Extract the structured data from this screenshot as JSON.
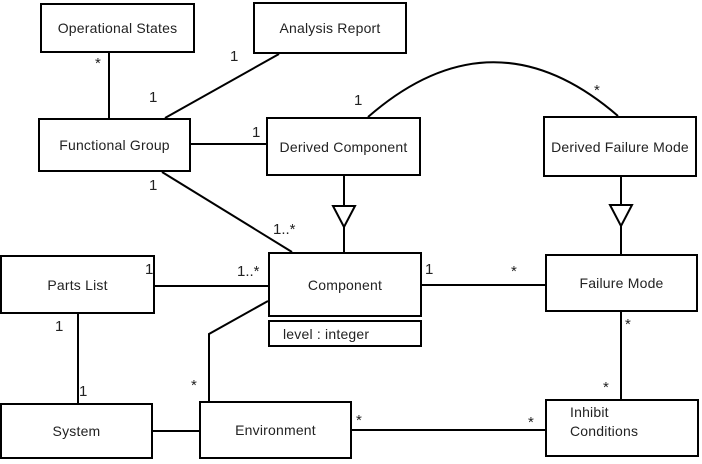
{
  "diagram": {
    "type": "uml-class-diagram",
    "background_color": "#ffffff",
    "line_color": "#000000",
    "text_color": "#222222",
    "classes": [
      {
        "name": "Operational States"
      },
      {
        "name": "Analysis Report"
      },
      {
        "name": "Functional Group"
      },
      {
        "name": "Derived Component"
      },
      {
        "name": "Derived Failure Mode"
      },
      {
        "name": "Parts List"
      },
      {
        "name": "Component",
        "attributes": [
          "level : integer"
        ]
      },
      {
        "name": "Failure Mode"
      },
      {
        "name": "System"
      },
      {
        "name": "Environment"
      },
      {
        "name": "Inhibit Conditions"
      }
    ],
    "associations": [
      {
        "from": "Operational States",
        "to": "Functional Group",
        "from_mult": "*"
      },
      {
        "from": "Analysis Report",
        "to": "Functional Group",
        "from_mult": "1",
        "to_mult": "1"
      },
      {
        "from": "Derived Component",
        "to": "Functional Group",
        "from_mult": "1"
      },
      {
        "from": "Derived Component",
        "to": "Derived Failure Mode",
        "from_mult": "1",
        "to_mult": "*"
      },
      {
        "from": "Functional Group",
        "to": "Component",
        "from_mult": "1",
        "to_mult": "1..*"
      },
      {
        "from": "Parts List",
        "to": "Component",
        "from_mult": "1",
        "to_mult": "1..*"
      },
      {
        "from": "Parts List",
        "to": "System",
        "from_mult": "1",
        "to_mult": "1"
      },
      {
        "from": "Component",
        "to": "Failure Mode",
        "from_mult": "1",
        "to_mult": "*"
      },
      {
        "from": "Component",
        "to": "Environment",
        "to_mult": "*"
      },
      {
        "from": "Failure Mode",
        "to": "Inhibit Conditions",
        "from_mult": "*",
        "to_mult": "*"
      },
      {
        "from": "System",
        "to": "Environment"
      },
      {
        "from": "Environment",
        "to": "Inhibit Conditions",
        "from_mult": "*",
        "to_mult": "*"
      }
    ],
    "generalizations": [
      {
        "child": "Derived Component",
        "parent": "Component"
      },
      {
        "child": "Derived Failure Mode",
        "parent": "Failure Mode"
      }
    ]
  }
}
